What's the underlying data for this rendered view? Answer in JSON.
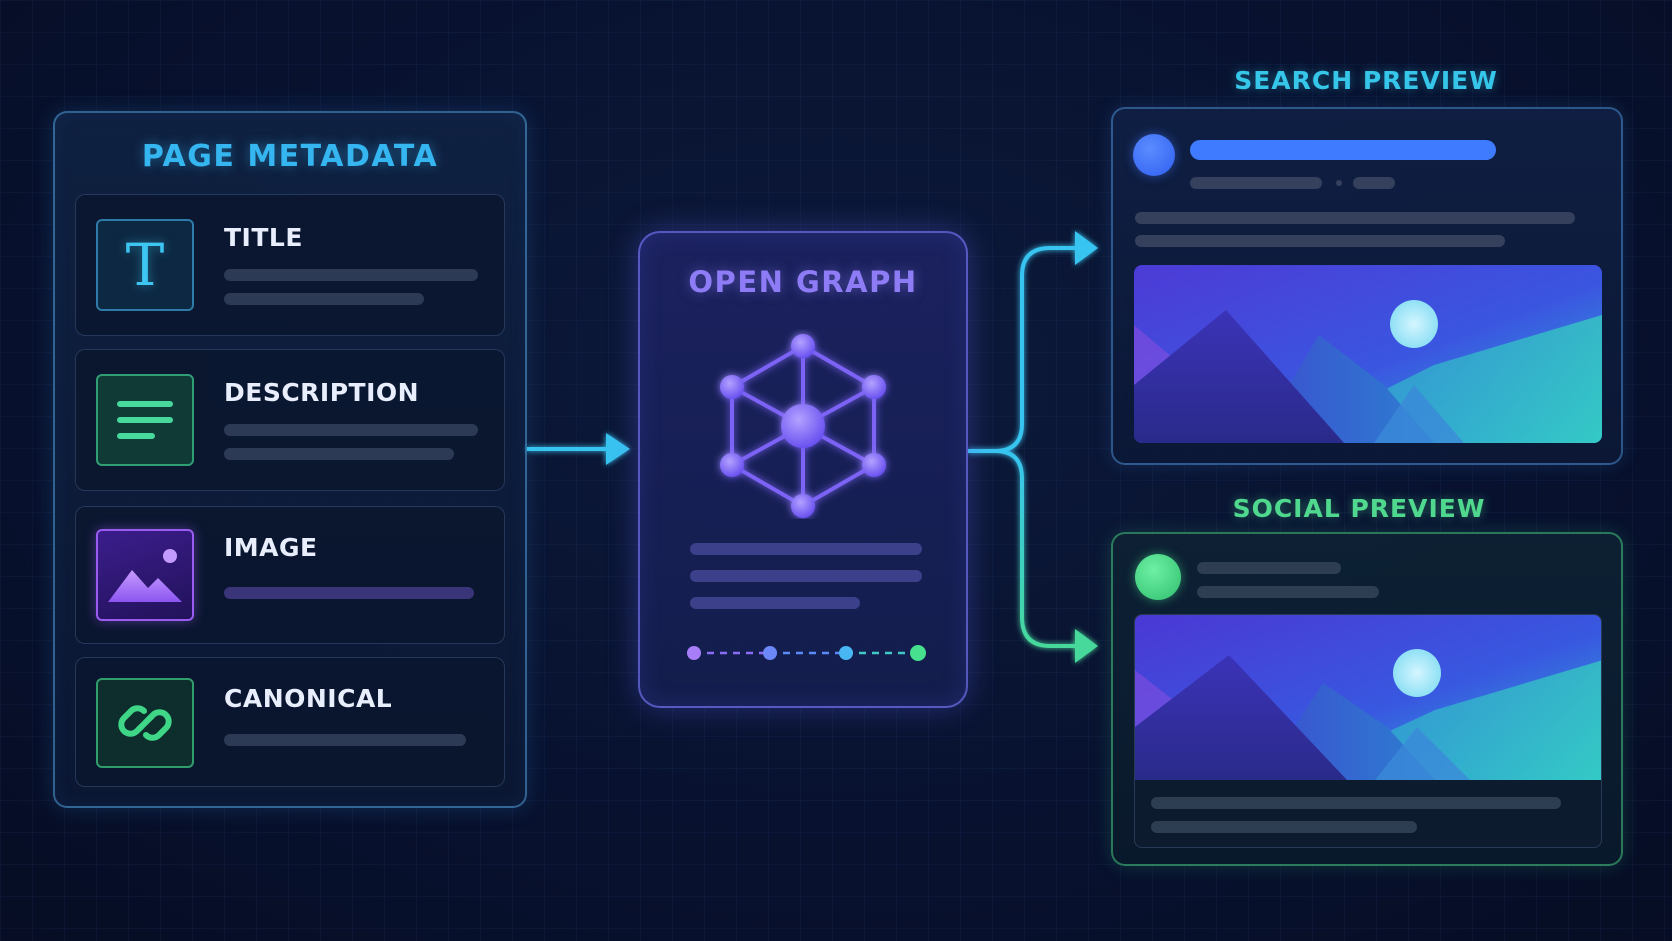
{
  "colors": {
    "background": "#081230",
    "metadata_accent": "#35b6f0",
    "open_graph_accent": "#8e7cf6",
    "search_accent": "#35b6f0",
    "social_accent": "#4fd88e"
  },
  "metadata_panel": {
    "title": "PAGE METADATA",
    "items": [
      {
        "label": "TITLE",
        "icon": "title-icon"
      },
      {
        "label": "DESCRIPTION",
        "icon": "description-icon"
      },
      {
        "label": "IMAGE",
        "icon": "image-icon"
      },
      {
        "label": "CANONICAL",
        "icon": "link-icon"
      }
    ],
    "title_icon_glyph": "T"
  },
  "open_graph": {
    "title": "OPEN GRAPH",
    "icon": "network-graph-icon"
  },
  "search_preview": {
    "title": "SEARCH PREVIEW",
    "image_icon": "landscape-image-icon"
  },
  "social_preview": {
    "title": "SOCIAL PREVIEW",
    "image_icon": "landscape-image-icon"
  }
}
